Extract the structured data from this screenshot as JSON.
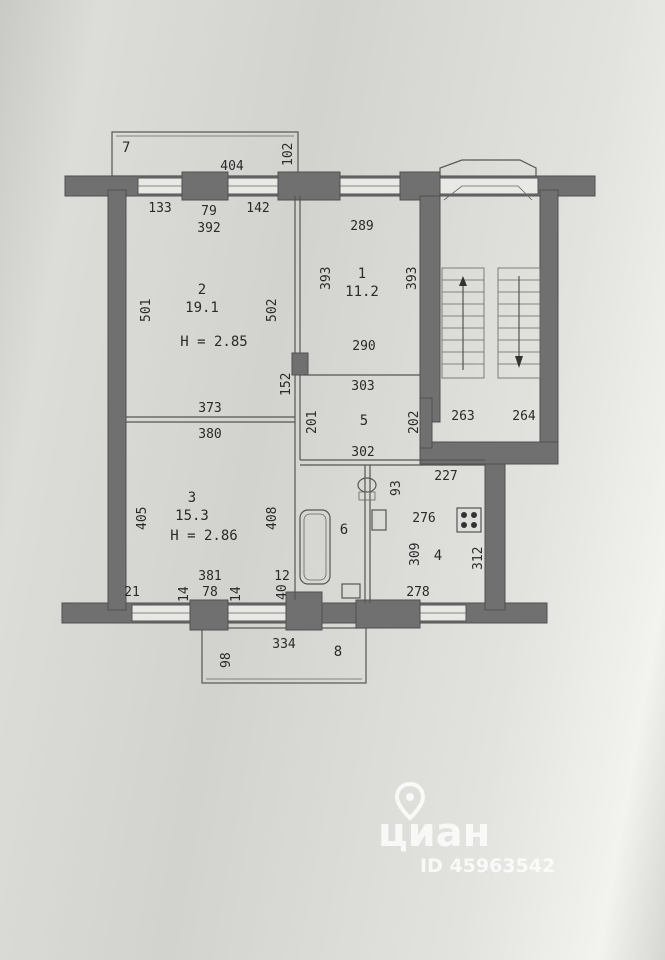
{
  "rooms": [
    {
      "number": "1",
      "area": "11.2"
    },
    {
      "number": "2",
      "area": "19.1",
      "height": "H = 2.85"
    },
    {
      "number": "3",
      "area": "15.3",
      "height": "H = 2.86"
    },
    {
      "number": "4"
    },
    {
      "number": "5"
    },
    {
      "number": "6"
    },
    {
      "number": "7"
    },
    {
      "number": "8"
    }
  ],
  "dimensions": {
    "d404": "404",
    "d102": "102",
    "d133": "133",
    "d79": "79",
    "d142": "142",
    "d392": "392",
    "d289": "289",
    "d501": "501",
    "d502": "502",
    "d393a": "393",
    "d393b": "393",
    "d290": "290",
    "d152": "152",
    "d303": "303",
    "d373": "373",
    "d380": "380",
    "d201": "201",
    "d202": "202",
    "d263": "263",
    "d264": "264",
    "d302": "302",
    "d227": "227",
    "d93": "93",
    "d405": "405",
    "d408": "408",
    "d276": "276",
    "d309": "309",
    "d312": "312",
    "d381": "381",
    "d12": "12",
    "d21": "21",
    "d14a": "14",
    "d78": "78",
    "d14b": "14",
    "d40": "40",
    "d278": "278",
    "d98": "98",
    "d334": "334"
  },
  "watermark": {
    "brand": "циан",
    "id": "ID 45963542"
  }
}
